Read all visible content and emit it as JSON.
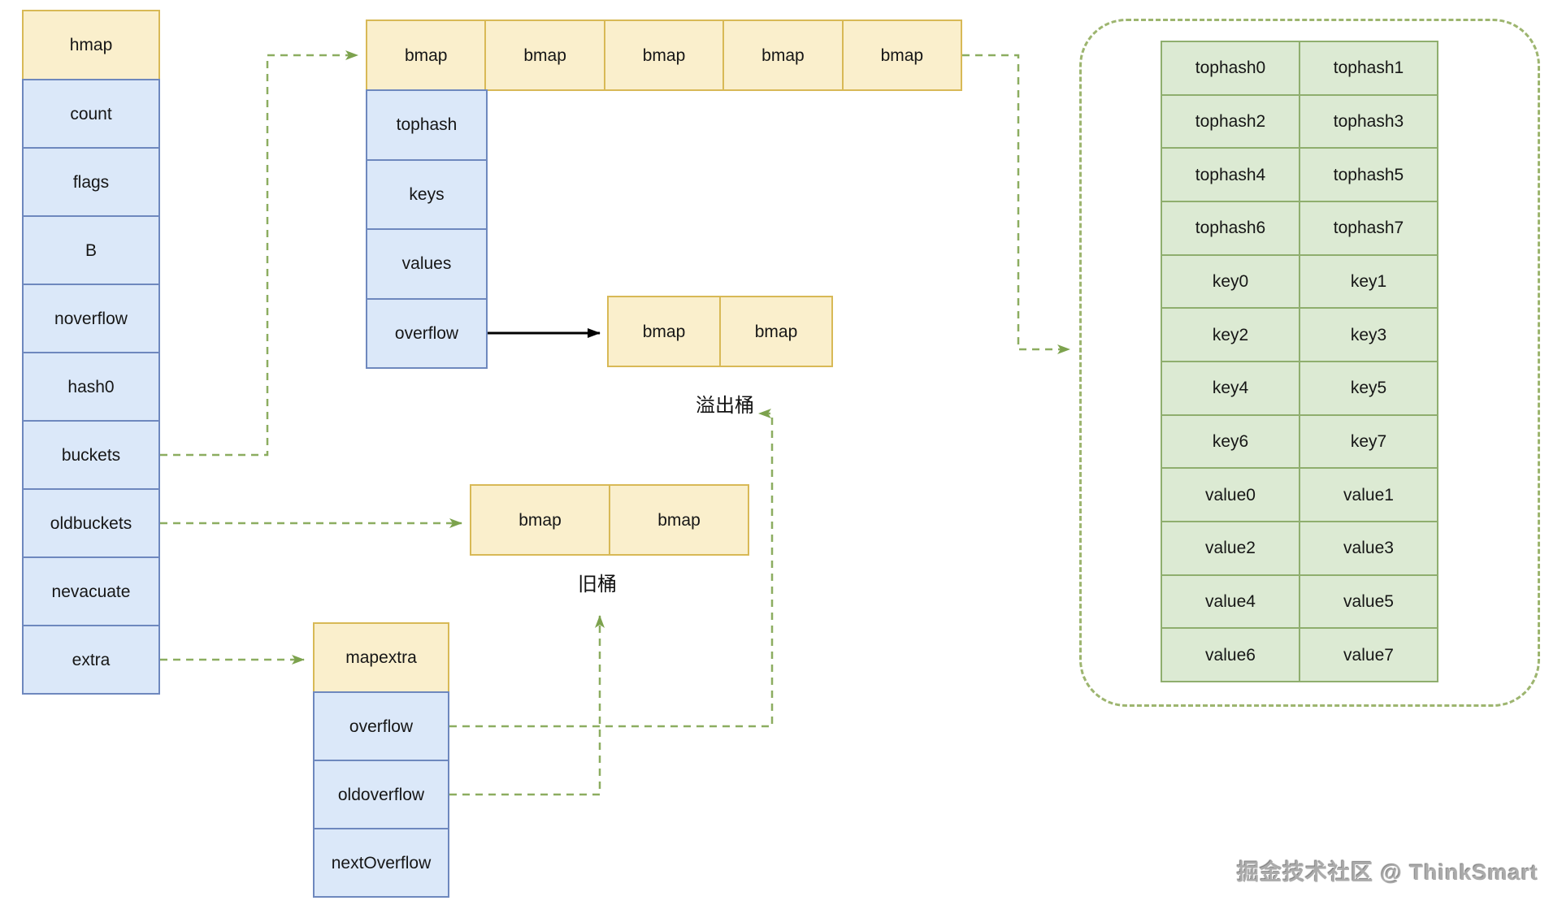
{
  "diagram_title": "Go hmap structure diagram",
  "colors": {
    "yellow_fill": "#FAEFCC",
    "yellow_border": "#D8B956",
    "blue_fill": "#DBE8F9",
    "blue_border": "#6E88BE",
    "green_fill": "#DCEAD3",
    "green_border": "#8FAE6E",
    "wire_green": "#8CAD60",
    "arrow_green": "#7CA24D",
    "wire_black": "#000000",
    "watermark_gray": "#ababab"
  },
  "hmap": {
    "title": "hmap",
    "fields": [
      "count",
      "flags",
      "B",
      "noverflow",
      "hash0",
      "buckets",
      "oldbuckets",
      "nevacuate",
      "extra"
    ]
  },
  "buckets_row": {
    "cells": [
      "bmap",
      "bmap",
      "bmap",
      "bmap",
      "bmap"
    ]
  },
  "bmap_detail": {
    "fields": [
      "tophash",
      "keys",
      "values",
      "overflow"
    ]
  },
  "overflow_pair": {
    "cells": [
      "bmap",
      "bmap"
    ],
    "label": "溢出桶"
  },
  "old_pair": {
    "cells": [
      "bmap",
      "bmap"
    ],
    "label": "旧桶"
  },
  "mapextra": {
    "title": "mapextra",
    "fields": [
      "overflow",
      "oldoverflow",
      "nextOverflow"
    ]
  },
  "bucket_detail": {
    "rows": [
      [
        "tophash0",
        "tophash1"
      ],
      [
        "tophash2",
        "tophash3"
      ],
      [
        "tophash4",
        "tophash5"
      ],
      [
        "tophash6",
        "tophash7"
      ],
      [
        "key0",
        "key1"
      ],
      [
        "key2",
        "key3"
      ],
      [
        "key4",
        "key5"
      ],
      [
        "key6",
        "key7"
      ],
      [
        "value0",
        "value1"
      ],
      [
        "value2",
        "value3"
      ],
      [
        "value4",
        "value5"
      ],
      [
        "value6",
        "value7"
      ]
    ]
  },
  "watermark": "掘金技术社区 @ ThinkSmart"
}
